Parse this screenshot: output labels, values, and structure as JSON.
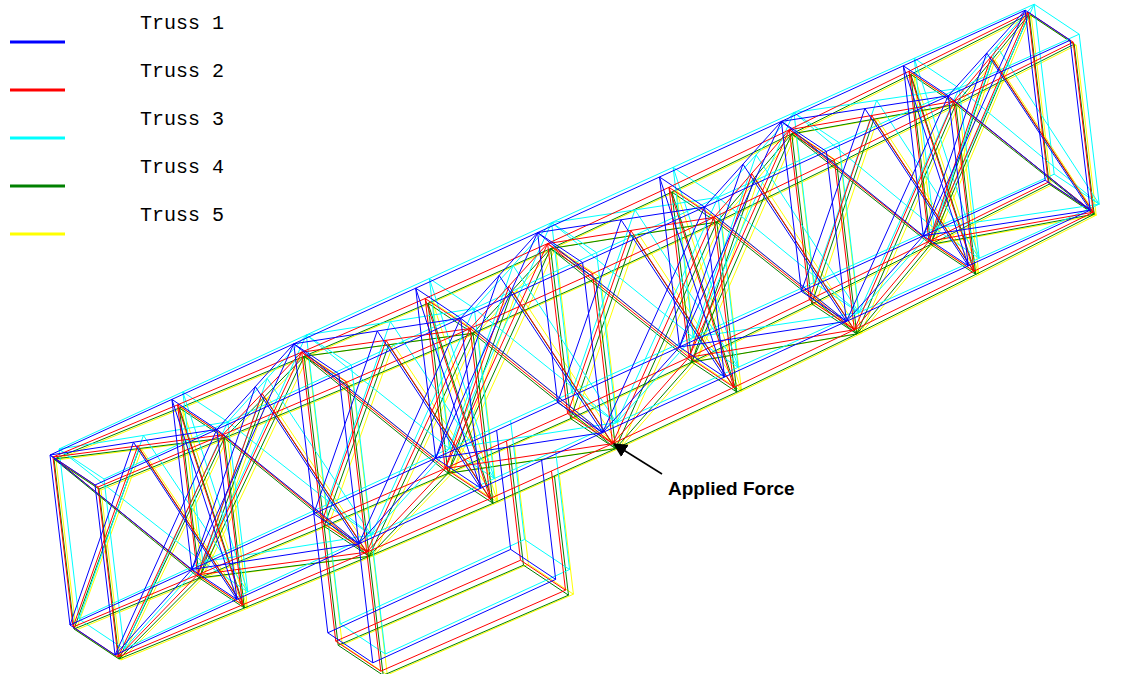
{
  "diagram": {
    "labels": [
      "Applied Force"
    ],
    "legend": [
      {
        "text": "Truss 1",
        "color": "#0000ff"
      },
      {
        "text": "Truss 2",
        "color": "#ff0000"
      },
      {
        "text": "Truss 3",
        "color": "#00ffff"
      },
      {
        "text": "Truss 4",
        "color": "#008000"
      },
      {
        "text": "Truss 5",
        "color": "#ffff00"
      }
    ]
  }
}
